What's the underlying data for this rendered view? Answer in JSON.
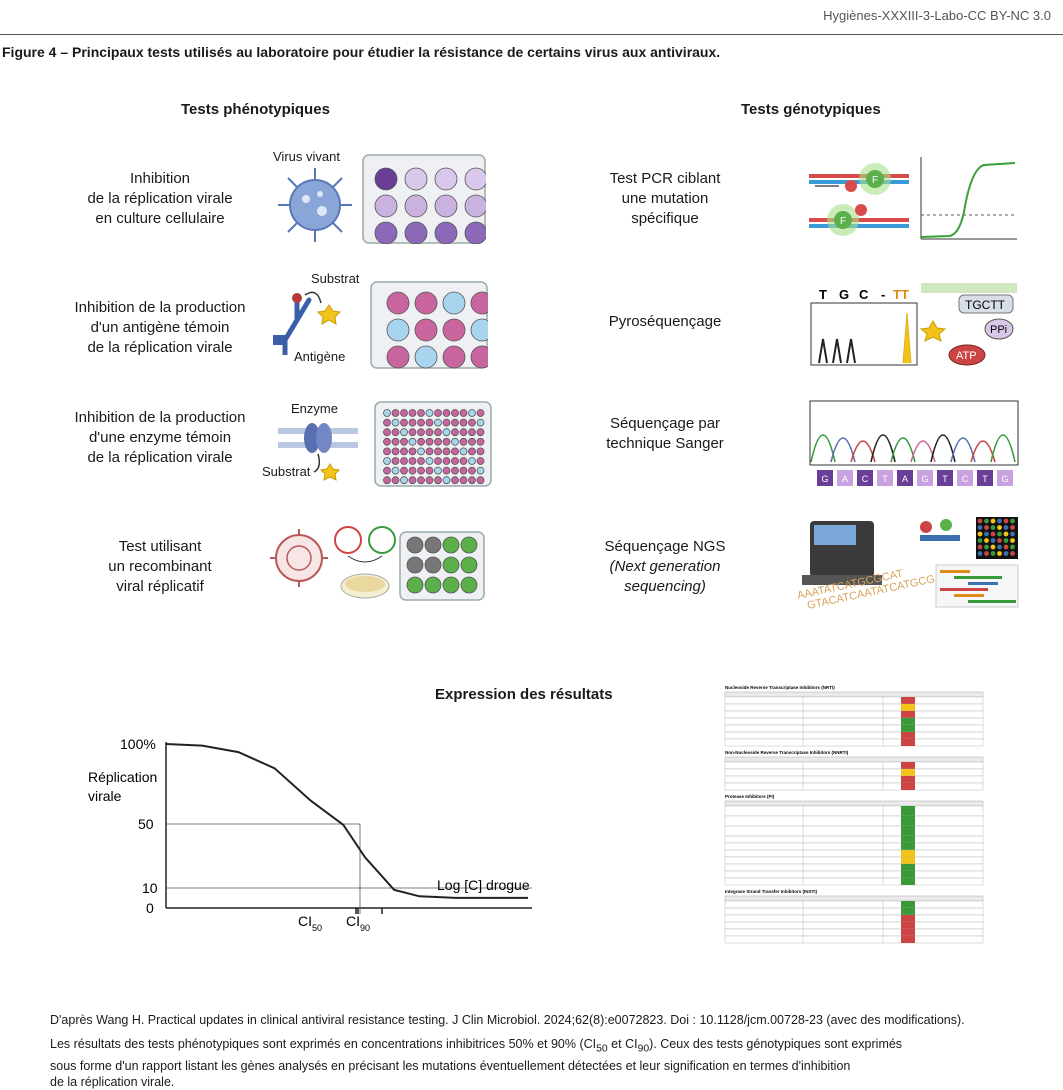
{
  "header": {
    "source": "Hygiènes-XXXIII-3-Labo-CC BY-NC 3.0"
  },
  "figure_title": "Figure 4 – Principaux tests utilisés au laboratoire pour étudier la résistance de certains virus aux antiviraux.",
  "pheno": {
    "heading": "Tests phénotypiques",
    "rows": [
      {
        "label_lines": [
          "Inhibition",
          "de la réplication virale",
          "en culture cellulaire"
        ],
        "tags": [
          "Virus vivant"
        ]
      },
      {
        "label_lines": [
          "Inhibition de la production",
          "d'un antigène témoin",
          "de la réplication virale"
        ],
        "tags": [
          "Substrat",
          "Antigène"
        ]
      },
      {
        "label_lines": [
          "Inhibition de la production",
          "d'une enzyme témoin",
          "de la réplication virale"
        ],
        "tags": [
          "Enzyme",
          "Substrat"
        ]
      },
      {
        "label_lines": [
          "Test utilisant",
          "un recombinant",
          "viral réplicatif"
        ],
        "tags": []
      }
    ]
  },
  "geno": {
    "heading": "Tests génotypiques",
    "rows": [
      {
        "label_lines": [
          "Test PCR ciblant",
          "une mutation",
          "spécifique"
        ]
      },
      {
        "label_lines": [
          "Pyroséquençage"
        ]
      },
      {
        "label_lines": [
          "Séquençage par",
          "technique Sanger"
        ]
      },
      {
        "label_lines": [
          "Séquençage NGS"
        ],
        "italic_lines": [
          "(Next generation",
          "sequencing)"
        ]
      }
    ],
    "pyro_seq": {
      "letters": [
        "T",
        "G",
        "C",
        "-",
        "TT"
      ],
      "strand": "TGCTT",
      "ppi": "PPi",
      "atp": "ATP"
    },
    "sanger_bases": [
      "G",
      "A",
      "C",
      "T",
      "A",
      "G",
      "T",
      "C",
      "T",
      "G"
    ],
    "pcr_probe": "F",
    "ngs_reads": [
      "AAATATCATGCGCAT",
      "GTACATCAATATCATGCG"
    ]
  },
  "results": {
    "heading": "Expression des résultats",
    "ylabel_lines": [
      "Réplication",
      "virale"
    ],
    "xlabel": "Log [C] drogue",
    "yticks": [
      "100%",
      "50",
      "10",
      "0"
    ],
    "xmarks": [
      {
        "base": "CI",
        "sub": "50"
      },
      {
        "base": "CI",
        "sub": "90"
      }
    ]
  },
  "chart_data": {
    "type": "line",
    "title": "Expression des résultats",
    "xlabel": "Log [C] drogue",
    "ylabel": "Réplication virale",
    "ylim": [
      0,
      100
    ],
    "yticks": [
      0,
      10,
      50,
      100
    ],
    "series": [
      {
        "values_description_points": [
          [
            0,
            100
          ],
          [
            1,
            99
          ],
          [
            2,
            95
          ],
          [
            3,
            85
          ],
          [
            4,
            65
          ],
          [
            4.9,
            50
          ],
          [
            5.5,
            30
          ],
          [
            6.3,
            10
          ],
          [
            7,
            6
          ],
          [
            8,
            5
          ],
          [
            10,
            5
          ]
        ]
      }
    ],
    "markers": [
      "CI50",
      "CI90"
    ]
  },
  "report_sections": [
    "Nucleoside Reverse Transcriptase Inhibitors (NRTI)",
    "Non-Nucleoside Reverse Transcriptase Inhibitors (NNRTI)",
    "Protease Inhibitors (PI)",
    "Integrase Strand Transfer Inhibitors (INSTI)"
  ],
  "footer": {
    "citation": "D'après Wang H. Practical updates in clinical antiviral resistance testing. J Clin Microbiol. 2024;62(8):e0072823. Doi : 10.1128/jcm.00728-23 (avec des modifications).",
    "note_pre": "Les résultats des tests phénotypiques sont exprimés en concentrations inhibitrices 50% et 90% (CI",
    "note_sub1": "50",
    "note_mid": " et CI",
    "note_sub2": "90",
    "note_post": "). Ceux des tests génotypiques sont exprimés",
    "note_line2": "sous forme d'un rapport listant les gènes analysés en précisant les mutations éventuellement détectées et leur signification en termes d'inhibition",
    "note_line3": "de la réplication virale."
  },
  "colors": {
    "pink": "#c9659e",
    "blue": "#a9d4ee",
    "purple": "#6a3d96",
    "green": "#5bb04a",
    "gray": "#777777",
    "yellow": "#f2c31a",
    "red": "#d93a3a"
  }
}
